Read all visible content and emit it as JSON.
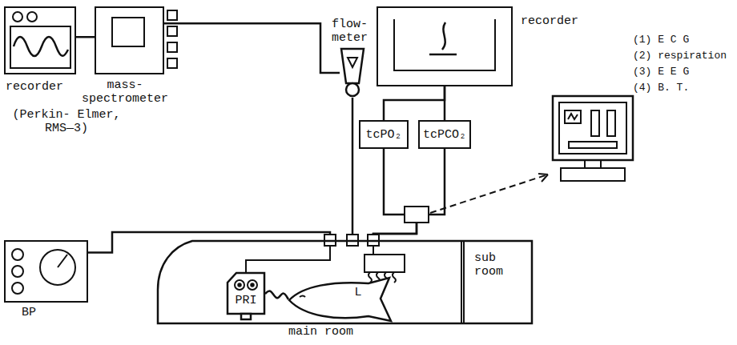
{
  "diagram": {
    "nodes": [
      {
        "text": [
          "recorder"
        ]
      },
      {
        "text": [
          "mass- spectrometer",
          "(Perkin- Elmer, RMS—3)"
        ]
      },
      {
        "text": [
          "flow- meter"
        ]
      },
      {
        "text": [
          "recorder"
        ]
      },
      {
        "text": [
          "tcPO₂"
        ]
      },
      {
        "text": [
          "tcPCO₂"
        ]
      },
      {
        "text": [
          "BP"
        ]
      },
      {
        "text": [
          "main room"
        ]
      },
      {
        "text": [
          "sub room"
        ],
        "in": 7
      },
      {
        "text": [
          "PRI"
        ],
        "in": 7
      },
      {
        "text": [
          "L"
        ],
        "in": 7
      }
    ],
    "edges": [
      {
        "from": 1,
        "to": 0,
        "arrow": "none"
      },
      {
        "from": 1,
        "to": 2,
        "arrow": "none"
      },
      {
        "from": 2,
        "to": 7,
        "arrow": "none"
      },
      {
        "from": 4,
        "to": 3,
        "arrow": "none"
      },
      {
        "from": 5,
        "to": 3,
        "arrow": "none"
      },
      {
        "from": 4,
        "to": 7,
        "arrow": "none"
      },
      {
        "from": 5,
        "to": 7,
        "arrow": "none"
      },
      {
        "from": 6,
        "to": 7,
        "arrow": "none"
      },
      {
        "from": 9,
        "to": 10,
        "arrow": "none"
      }
    ],
    "labels": [
      "(1) E C G",
      "(2) respiration",
      "(3) E E G",
      "(4) B. T."
    ]
  }
}
